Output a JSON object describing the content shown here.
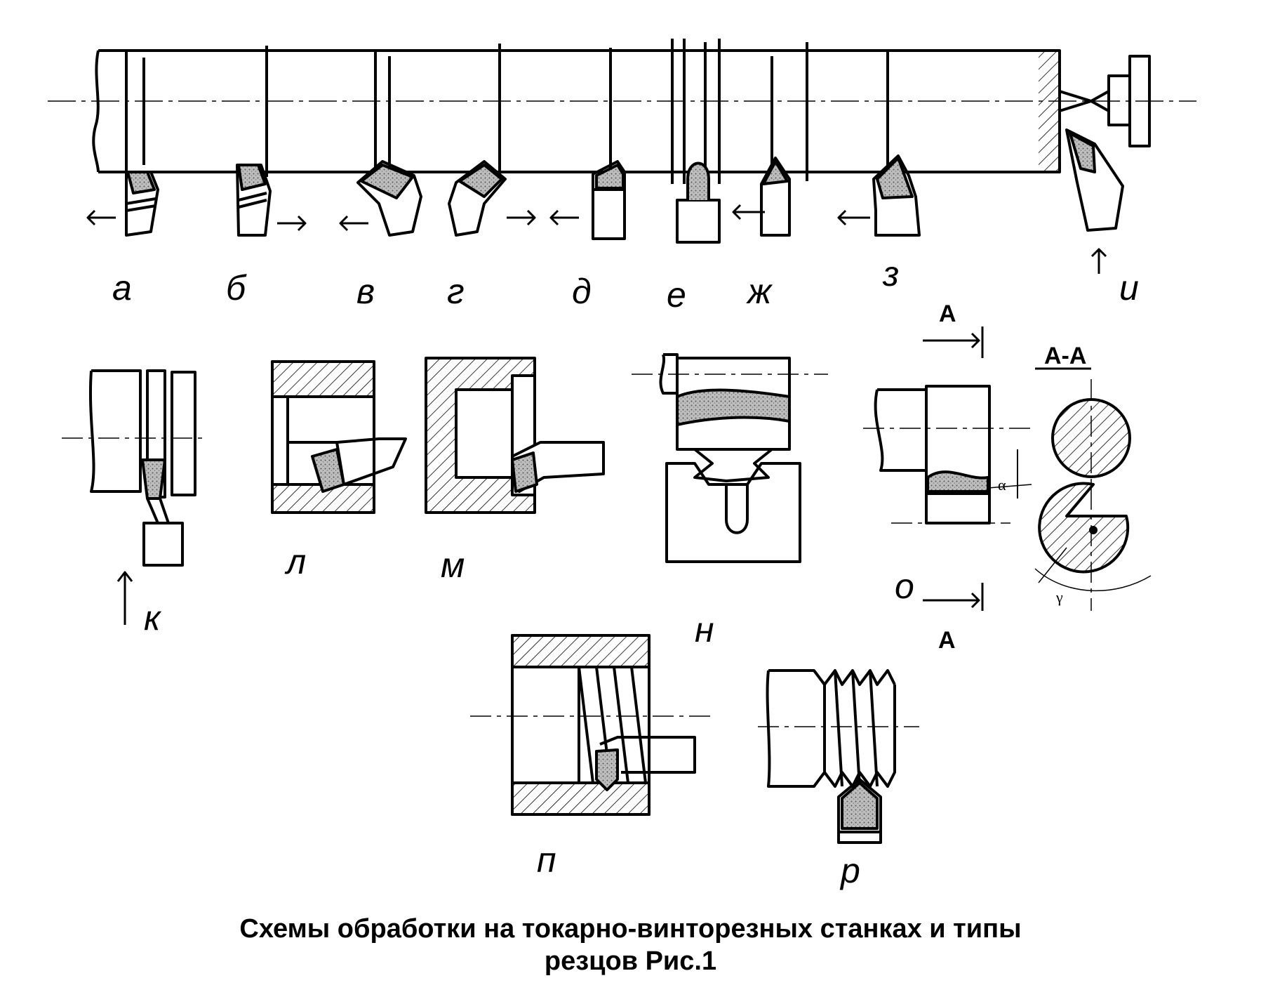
{
  "labels": {
    "a": "а",
    "b": "б",
    "v": "в",
    "g": "г",
    "d": "д",
    "e": "е",
    "zh": "ж",
    "z": "з",
    "i": "и",
    "k": "к",
    "l": "л",
    "m": "м",
    "n": "н",
    "o": "о",
    "p": "п",
    "r": "р"
  },
  "section": {
    "top": "А",
    "bottom": "А",
    "title": "А-А"
  },
  "angles": {
    "alpha": "α",
    "gamma": "γ"
  },
  "caption": {
    "line1": "Схемы обработки на токарно-винторезных станках и типы",
    "line2": "резцов  Рис.1"
  }
}
